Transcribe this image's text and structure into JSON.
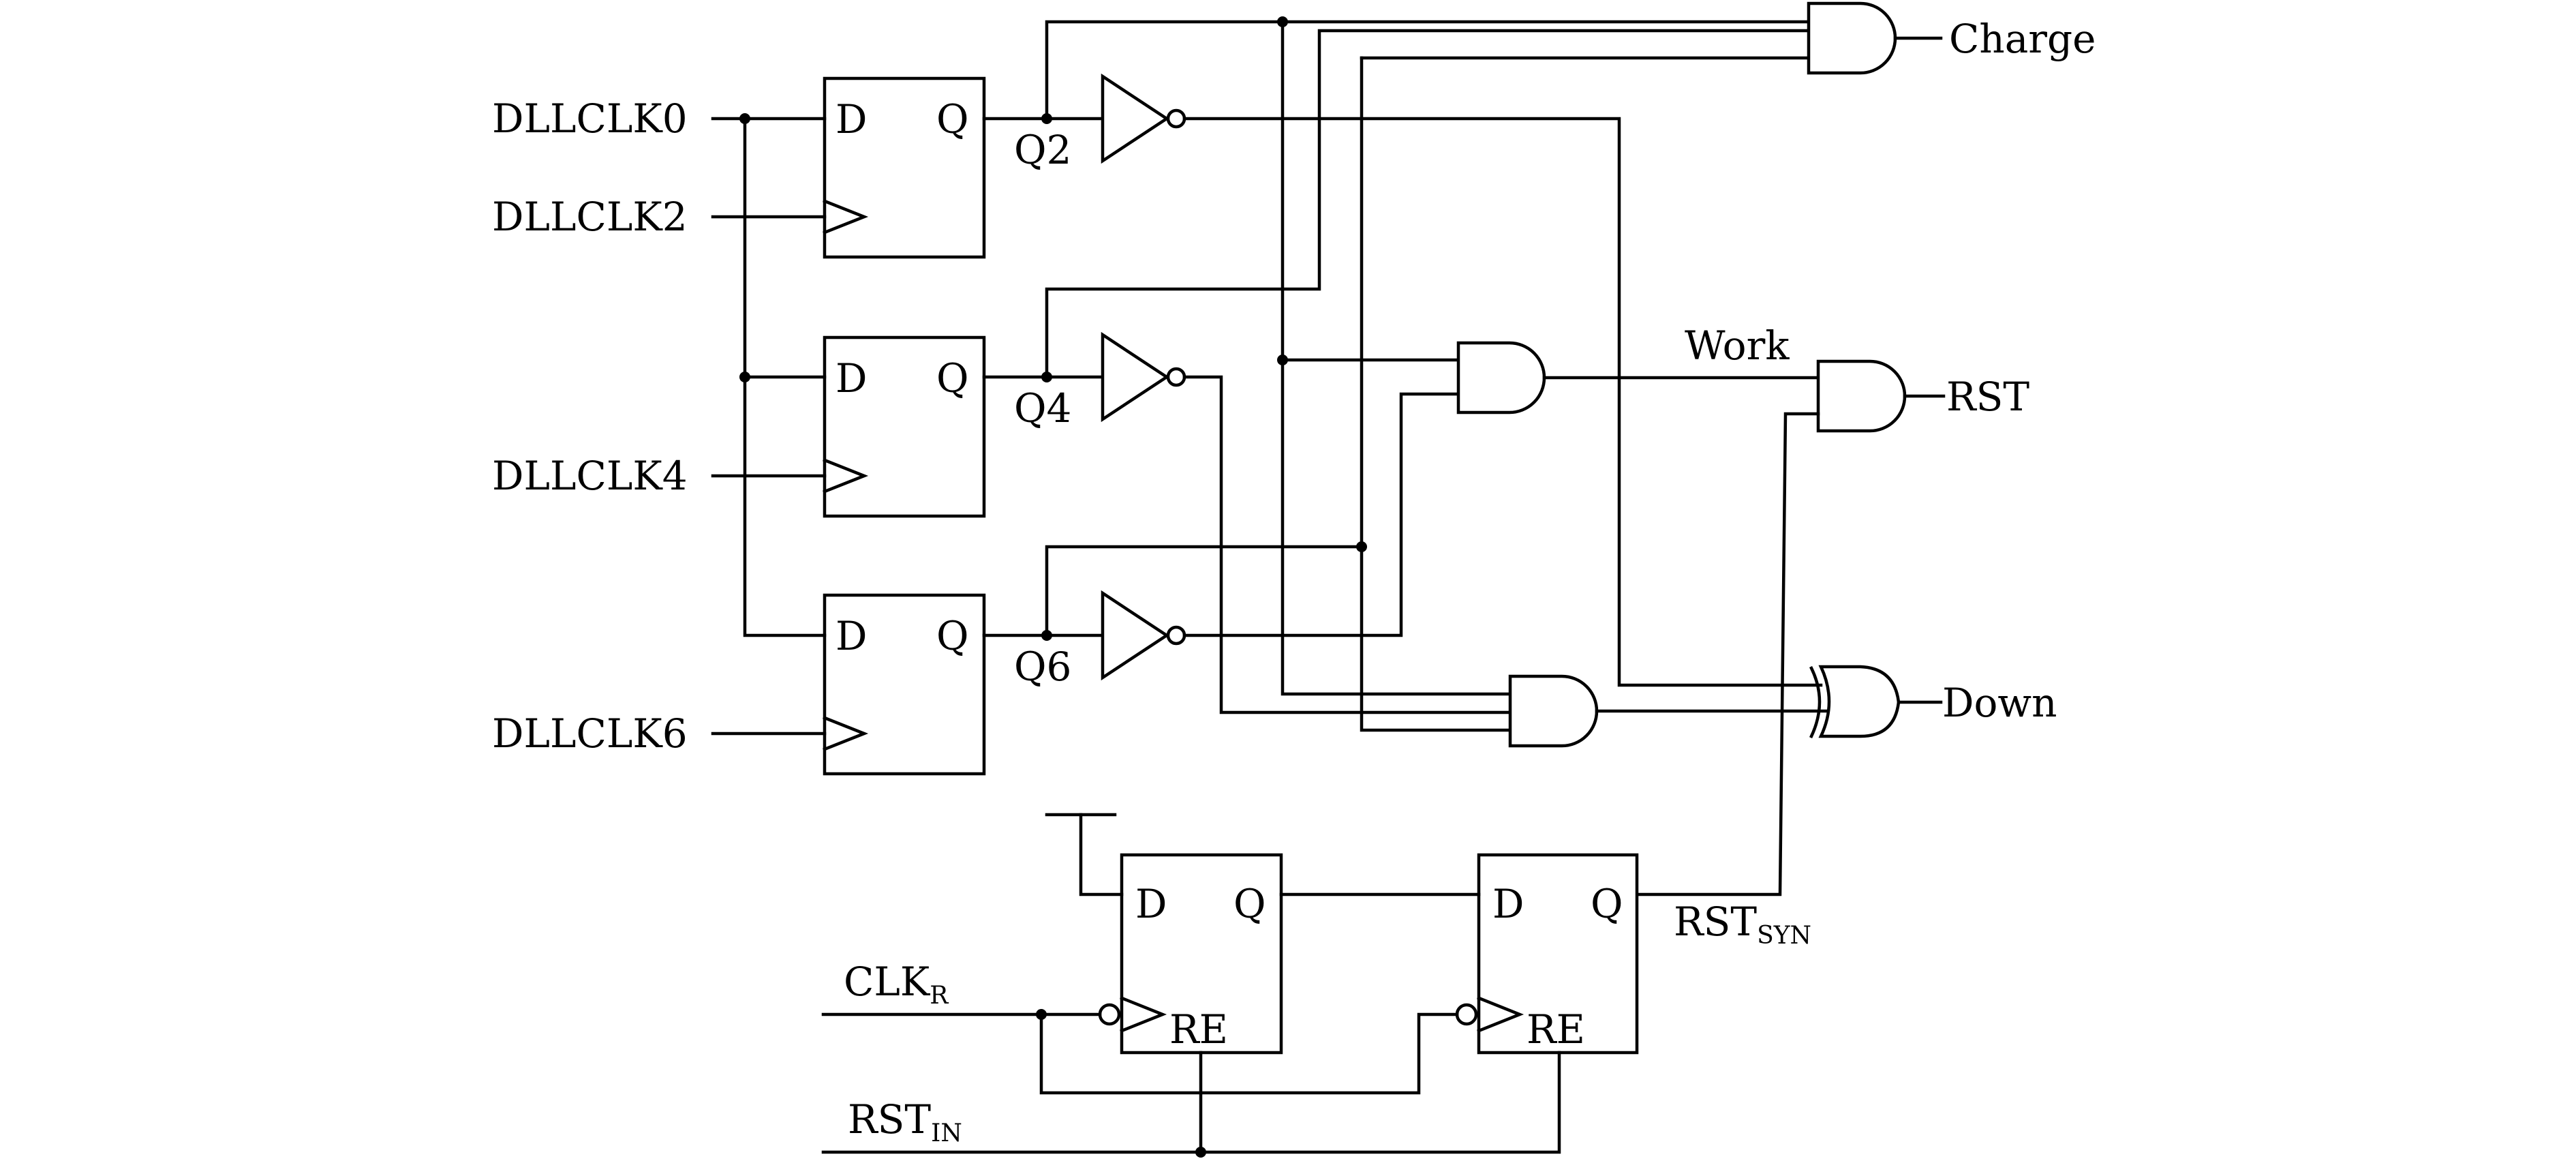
{
  "inputs": {
    "dllclk0": "DLLCLK0",
    "dllclk2": "DLLCLK2",
    "dllclk4": "DLLCLK4",
    "dllclk6": "DLLCLK6",
    "clk_r_main": "CLK",
    "clk_r_sub": "R",
    "rst_in_main": "RST",
    "rst_in_sub": "IN"
  },
  "outputs": {
    "charge": "Charge",
    "rst": "RST",
    "down": "Down",
    "work": "Work",
    "rst_syn_main": "RST",
    "rst_syn_sub": "SYN"
  },
  "nodes": {
    "q2": "Q2",
    "q4": "Q4",
    "q6": "Q6"
  },
  "flipflop_pins": {
    "d": "D",
    "q": "Q",
    "re": "RE"
  }
}
